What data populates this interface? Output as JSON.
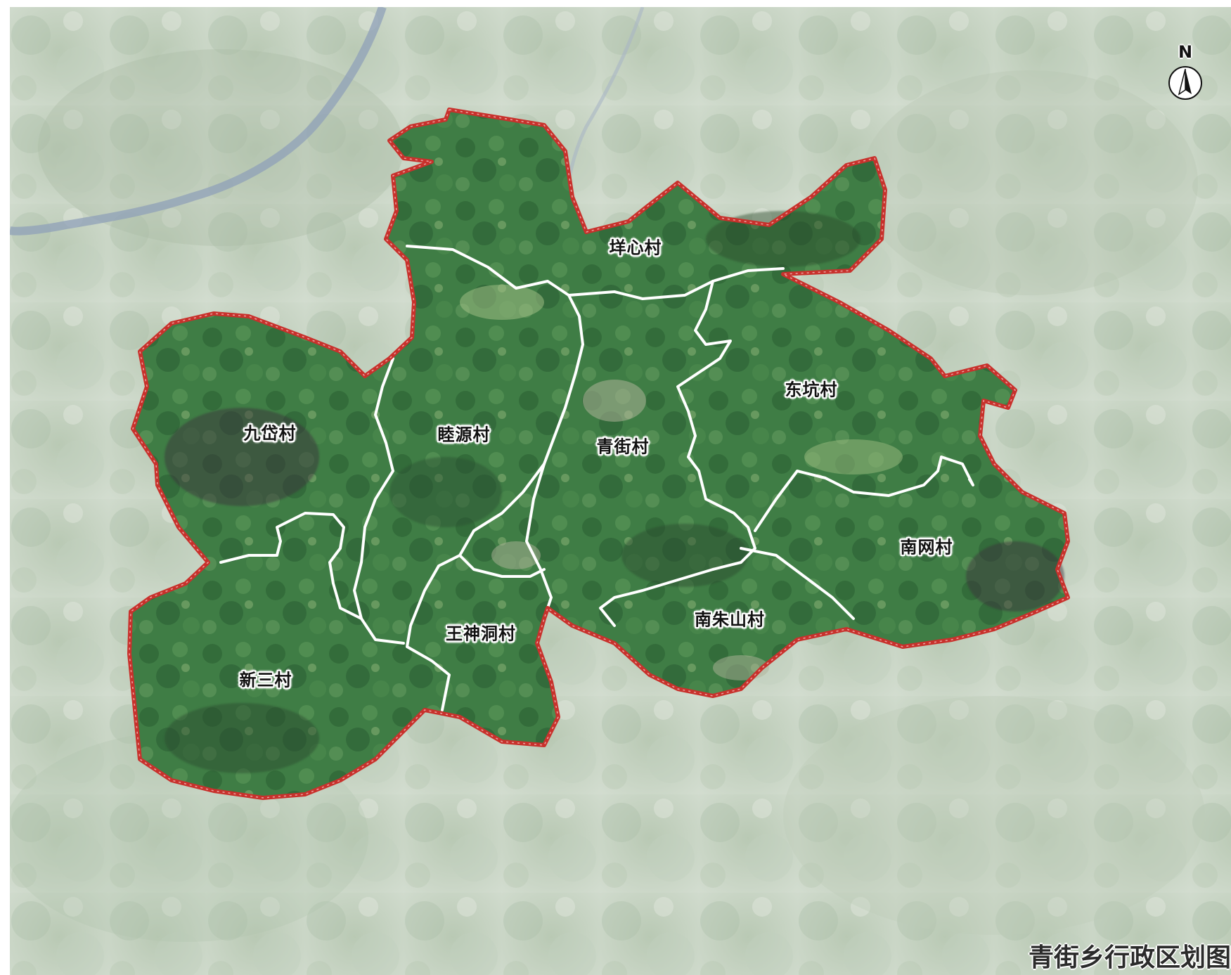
{
  "title": "青街乡行政区划图",
  "north_label": "N",
  "colors": {
    "boundary": "#c8312c",
    "village_line": "#ffffff",
    "forest_dark": "#2f6b3a",
    "forest_mid": "#4e8a4f",
    "background_haze": "#c9d6c5",
    "river": "#8fa0b8"
  },
  "villages": [
    {
      "id": "yangxin",
      "name": "垟心村"
    },
    {
      "id": "jiudai",
      "name": "九岱村"
    },
    {
      "id": "muyuan",
      "name": "睦源村"
    },
    {
      "id": "qingjie",
      "name": "青街村"
    },
    {
      "id": "dongkeng",
      "name": "东坑村"
    },
    {
      "id": "nanwang",
      "name": "南网村"
    },
    {
      "id": "nanzhushan",
      "name": "南朱山村"
    },
    {
      "id": "wangshendong",
      "name": "王神洞村"
    },
    {
      "id": "xinsan",
      "name": "新三村"
    }
  ]
}
